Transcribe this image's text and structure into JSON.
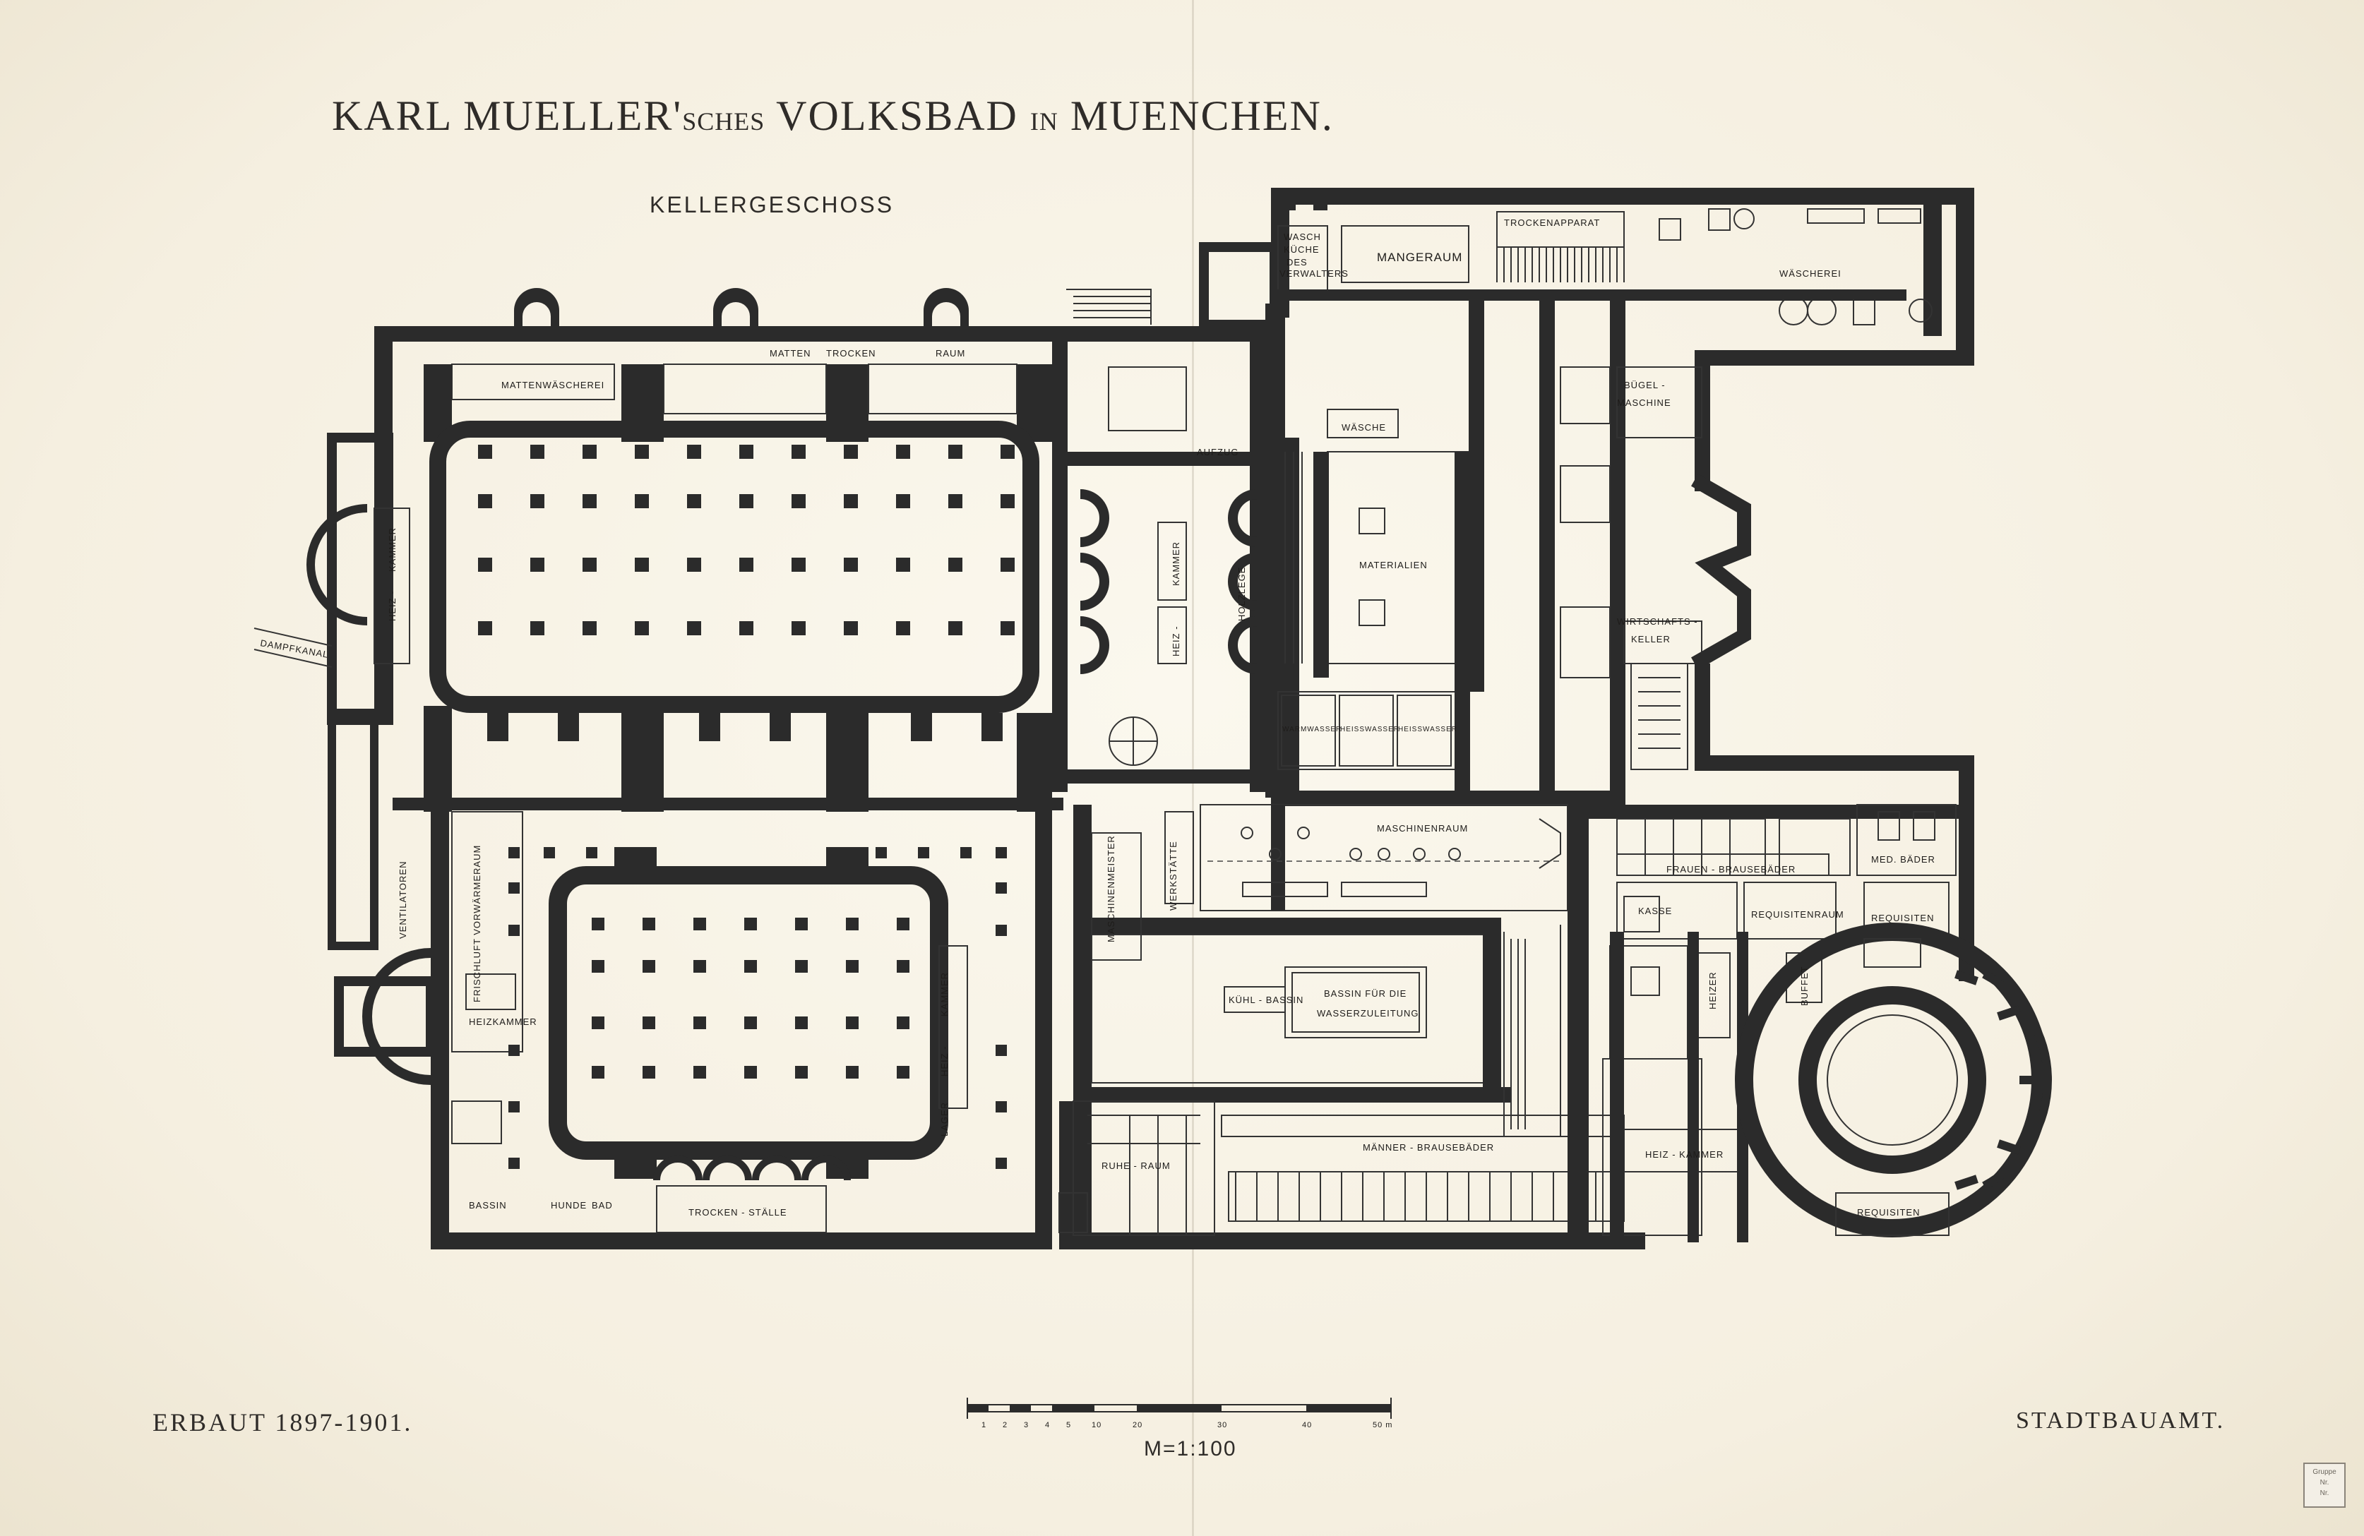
{
  "sheet": {
    "title_part1": "KARL MUELLER'",
    "title_part2": "SCHES",
    "title_part3": " VOLKSBAD ",
    "title_part4": "IN",
    "title_part5": " MUENCHEN.",
    "floor": "KELLERGESCHOSS",
    "built": "ERBAUT 1897-1901.",
    "office": "STADTBAUAMT.",
    "scale": "M=1:100",
    "stamp_lines": [
      "Gruppe",
      "Nr.",
      "Nr."
    ]
  },
  "scale_bar": {
    "ticks": [
      "1",
      "2",
      "3",
      "4",
      "5",
      "10",
      "20",
      "30",
      "40",
      "50 m"
    ]
  },
  "rooms": {
    "mattenwaescherei": "MATTENWÄSCHEREI",
    "matten": "MATTEN",
    "trocken": "TROCKEN",
    "raum": "RAUM",
    "heizkammer_left_1": "HEIZ -",
    "heizkammer_left_2": "KAMMER",
    "dampfkanal": "DAMPFKANAL",
    "ventilatoren": "VENTILATOREN",
    "frischluft": "FRISCHLUFT VORWÄRMERAUM",
    "heizkammer_small": "HEIZKAMMER",
    "bassin": "BASSIN",
    "hunde": "HUNDE",
    "bad": "BAD",
    "trocken_staelle": "TROCKEN - STÄLLE",
    "kammer_mid": "KAMMER",
    "heiz_mid": "HEIZ -",
    "lager": "LAGER",
    "aufzug": "AUFZUG",
    "holzlege": "HOLZLEGE",
    "kammer_a": "KAMMER",
    "heiz_a": "HEIZ -",
    "wasch_1": "WASCH",
    "wasch_2": "KÜCHE",
    "wasch_3": "DES",
    "wasch_4": "VERWALTERS",
    "mangelraum": "MANGERAUM",
    "trockenapparat": "TROCKENAPPARAT",
    "waescherei": "WÄSCHEREI",
    "buegel_1": "BÜGEL -",
    "buegel_2": "MASCHINE",
    "waesche": "WÄSCHE",
    "materialien": "MATERIALIEN",
    "wirtschafts_1": "WIRTSCHAFTS -",
    "wirtschafts_2": "KELLER",
    "warmwasser": "WARMWASSER",
    "heisswasser_1": "HEISSWASSER",
    "heisswasser_2": "HEISSWASSER",
    "maschinenraum": "MASCHINENRAUM",
    "werkstaette": "WERKSTÄTTE",
    "maschinenmeister": "MASCHINENMEISTER",
    "kuehl_bassin": "KÜHL - BASSIN",
    "bassin_fuer_1": "BASSIN FÜR DIE",
    "bassin_fuer_2": "WASSERZULEITUNG",
    "ruhe_raum": "RUHE - RAUM",
    "maenner_brause": "MÄNNER - BRAUSEBÄDER",
    "frauen_brause": "FRAUEN - BRAUSEBÄDER",
    "med_baeder": "MED. BÄDER",
    "kasse": "KASSE",
    "requisitenraum": "REQUISITENRAUM",
    "requisiten_a": "REQUISITEN",
    "requisiten_b": "REQUISITEN",
    "heiz_kammer_right": "HEIZ - KAMMER",
    "heizer": "HEIZER",
    "buffet": "BUFFET"
  },
  "colors": {
    "paper": "#f6f1e4",
    "ink": "#2b2b2b"
  }
}
